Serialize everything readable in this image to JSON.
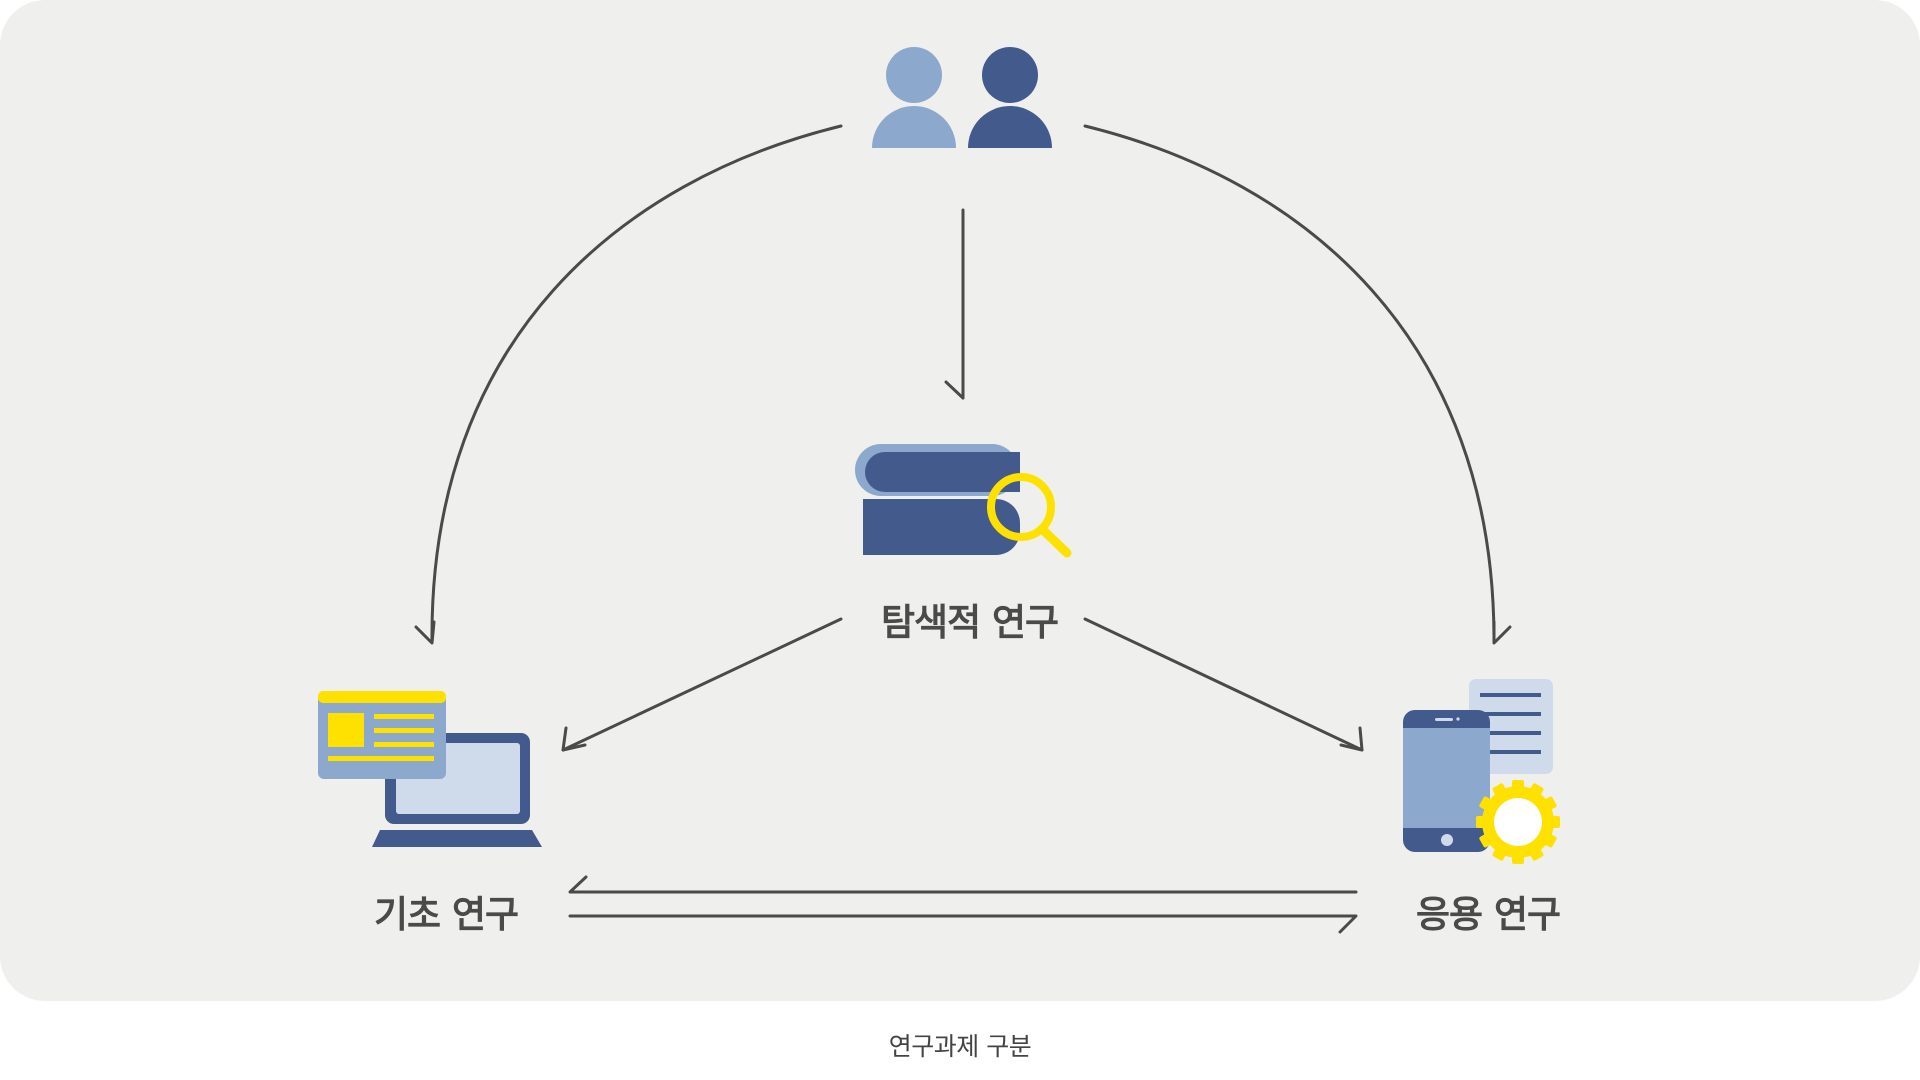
{
  "colors": {
    "background": "#efefed",
    "arrow": "#4a4a4a",
    "navy": "#435a8c",
    "light_blue": "#8ca8cc",
    "pale_blue": "#cfdbea",
    "yellow": "#ffe100",
    "label_text": "#4a4a4a"
  },
  "icons": {
    "researchers": "two-people-icon",
    "exploratory": "books-magnifier-icon",
    "basic": "laptop-document-icon",
    "applied": "phone-gear-icon"
  },
  "nodes": {
    "exploratory": {
      "label": "탐색적 연구"
    },
    "basic": {
      "label": "기초 연구"
    },
    "applied": {
      "label": "응용 연구"
    }
  },
  "caption": "연구과제 구분"
}
